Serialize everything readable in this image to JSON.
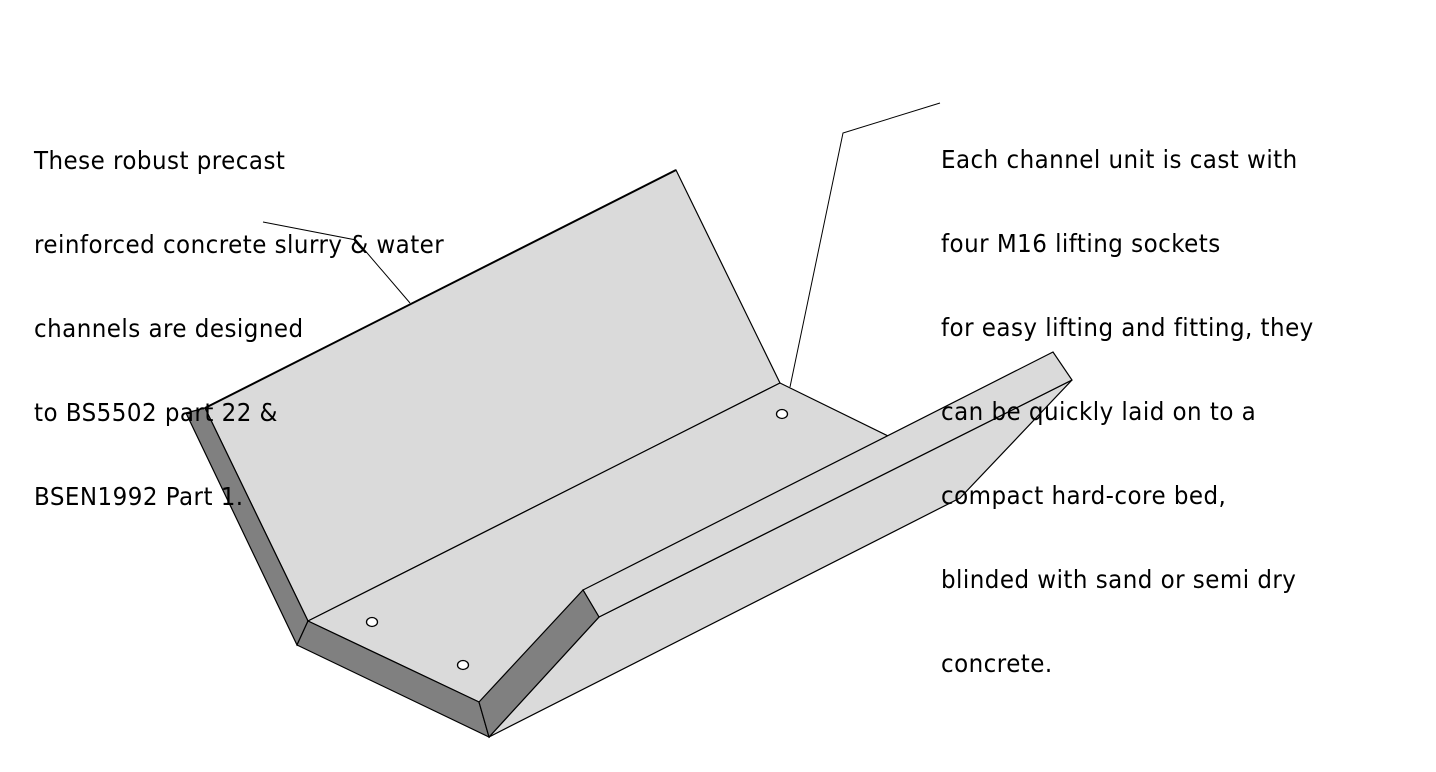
{
  "drawing": {
    "subject": "Precast concrete slurry & water channel unit (isometric view)",
    "colors": {
      "face_light": "#dadada",
      "face_dark": "#808080",
      "edge": "#000000",
      "background": "#ffffff"
    }
  },
  "annotations": {
    "left_note": {
      "lines": [
        "These robust precast",
        "reinforced concrete slurry & water",
        "channels are designed",
        "to BS5502 part 22 &",
        "BSEN1992 Part 1."
      ]
    },
    "right_note": {
      "lines": [
        "Each channel unit is cast with",
        "four M16 lifting sockets",
        "for easy lifting and fitting, they",
        "can be quickly laid on to a",
        "compact hard-core bed,",
        "blinded with sand or semi dry",
        "concrete."
      ]
    }
  },
  "features": {
    "lifting_sockets": {
      "count_visible": 3,
      "spec": "M16"
    }
  }
}
